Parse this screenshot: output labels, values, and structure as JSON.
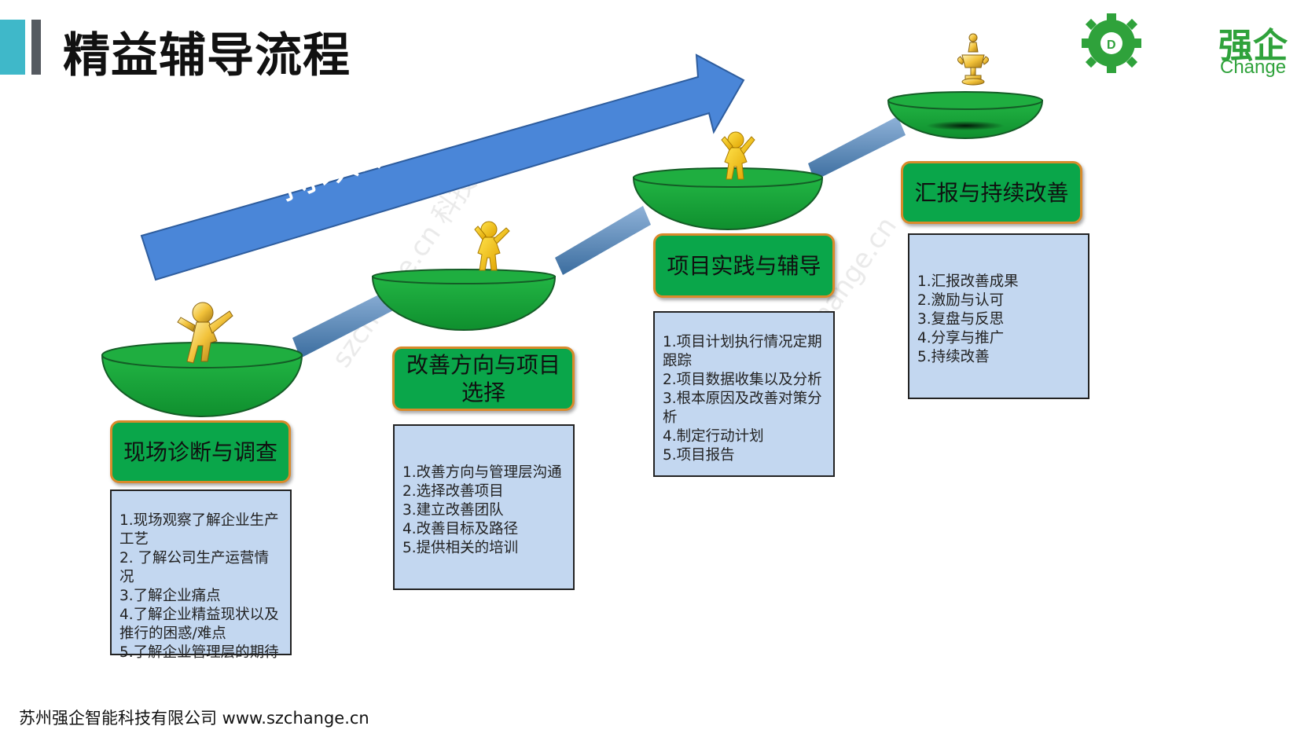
{
  "page": {
    "title": "精益辅导流程"
  },
  "logo": {
    "name_cn": "强企",
    "name_en": "Change",
    "badge_letter": "D",
    "icon": "gear-logo-icon"
  },
  "banner": {
    "text": "持续改善， 卓越运营",
    "color": "#4a86d8"
  },
  "watermark": {
    "text": "szchange.cn 科技"
  },
  "stages": [
    {
      "label": "现场诊断与调查",
      "items": [
        "1.现场观察了解企业生产工艺",
        "2. 了解公司生产运营情况",
        "3.了解企业痛点",
        "4.了解企业精益现状以及推行的困惑/难点",
        "5.了解企业管理层的期待"
      ]
    },
    {
      "label": "改善方向与项目\n选择",
      "items": [
        "1.改善方向与管理层沟通",
        "2.选择改善项目",
        "3.建立改善团队",
        "4.改善目标及路径",
        "5.提供相关的培训"
      ]
    },
    {
      "label": "项目实践与辅导",
      "items": [
        "1.项目计划执行情况定期跟踪",
        "2.项目数据收集以及分析",
        "3.根本原因及改善对策分析",
        "4.制定行动计划",
        "5.项目报告"
      ]
    },
    {
      "label": "汇报与持续改善",
      "items": [
        "1.汇报改善成果",
        "2.激励与认可",
        "3.复盘与反思",
        "4.分享与推广",
        "5.持续改善"
      ]
    }
  ],
  "colors": {
    "bowl_green": "#1aa43a",
    "label_green": "#0aa64a",
    "label_border": "#d98a2b",
    "box_blue": "#c3d7f0",
    "accent_cyan": "#3fb8c9"
  },
  "footer": {
    "text": "苏州强企智能科技有限公司 www.szchange.cn"
  }
}
